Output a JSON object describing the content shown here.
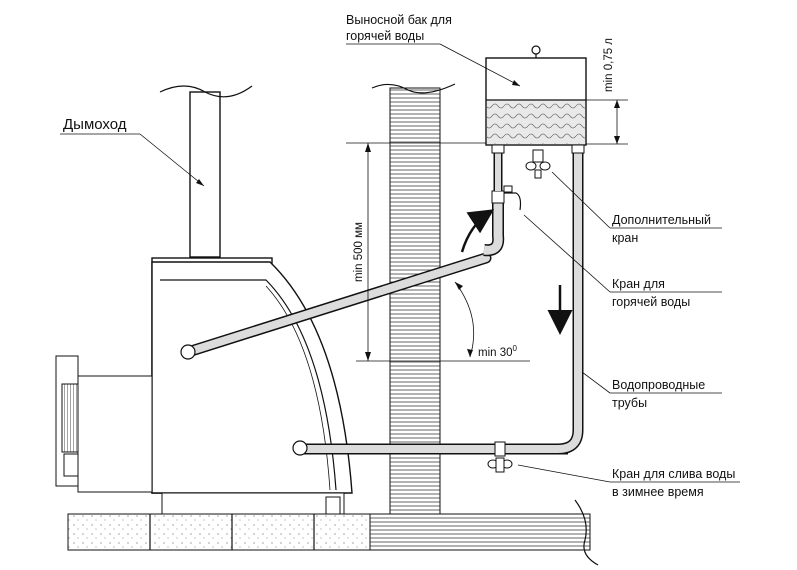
{
  "labels": {
    "chimney": "Дымоход",
    "tank_line1": "Выносной бак для",
    "tank_line2": "горячей воды",
    "extra_tap_line1": "Дополнительный",
    "extra_tap_line2": "кран",
    "hot_tap_line1": "Кран для",
    "hot_tap_line2": "горячей воды",
    "pipes_line1": "Водопроводные",
    "pipes_line2": "трубы",
    "drain_line1": "Кран для слива воды",
    "drain_line2": "в зимнее время"
  },
  "dimensions": {
    "height_min": "min 500 мм",
    "angle_min": "min 30",
    "angle_unit": "0",
    "volume_min": "min 0,75 л"
  },
  "colors": {
    "line": "#111111",
    "pipe_fill": "#d9d9d9",
    "water": "#e2e2e2",
    "brick": "#f1f1f1"
  }
}
